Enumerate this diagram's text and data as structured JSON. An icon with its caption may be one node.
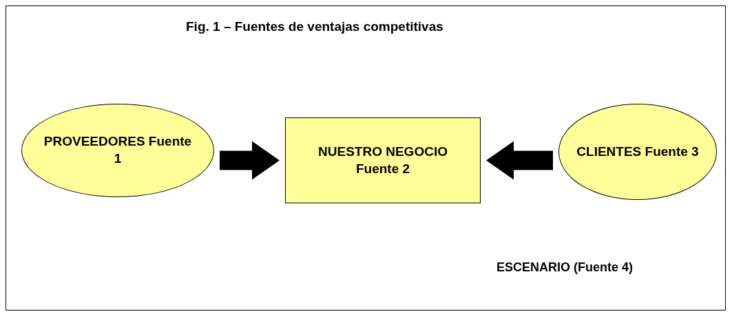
{
  "diagram": {
    "title": "Fig. 1 – Fuentes de ventajas competitivas",
    "nodes": [
      {
        "text": [
          "ESCENARIO (Fuente 4)"
        ]
      },
      {
        "text": [
          "PROVEEDORES Fuente 1"
        ],
        "in": 0
      },
      {
        "text": [
          "NUESTRO NEGOCIO Fuente 2"
        ],
        "in": 0
      },
      {
        "text": [
          "CLIENTES Fuente 3"
        ],
        "in": 0
      }
    ],
    "edges": [
      {
        "from": 1,
        "to": 2,
        "arrow": "to",
        "style": "thick"
      },
      {
        "from": 3,
        "to": 2,
        "arrow": "to",
        "style": "thick"
      }
    ]
  }
}
